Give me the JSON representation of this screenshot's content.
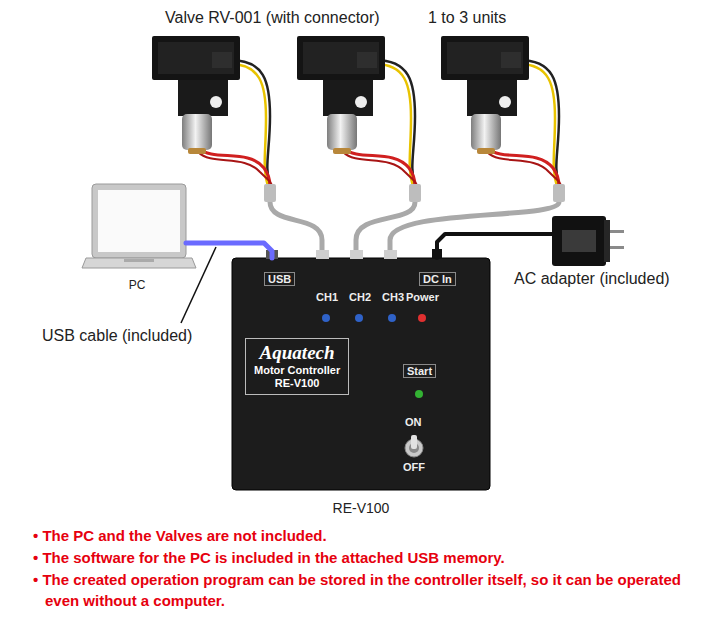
{
  "diagram": {
    "nodes": [
      {
        "text": [
          "PC"
        ]
      },
      {
        "text": [
          "AC adapter (included)"
        ]
      },
      {
        "text": [
          "RE-V100"
        ]
      },
      {
        "text": [
          "Aquatech",
          "Motor Controller",
          "RE-V100"
        ],
        "in": 2
      }
    ],
    "edges": [
      {
        "from": 0,
        "to": 2,
        "arrow": "none"
      },
      {
        "from": 1,
        "to": 2,
        "arrow": "none"
      }
    ],
    "labels": [
      "Valve RV-001 (with connector)",
      "1 to 3 units",
      "USB cable (included)",
      "USB",
      "DC In",
      "CH1",
      "CH2",
      "CH3",
      "Power",
      "Start",
      "ON",
      "OFF",
      "• The PC and the Valves are not included.",
      "• The software for the PC is included in the attached USB memory.",
      "• The created operation program can be stored in the controller itself, so it can be operated even without a computer."
    ]
  }
}
